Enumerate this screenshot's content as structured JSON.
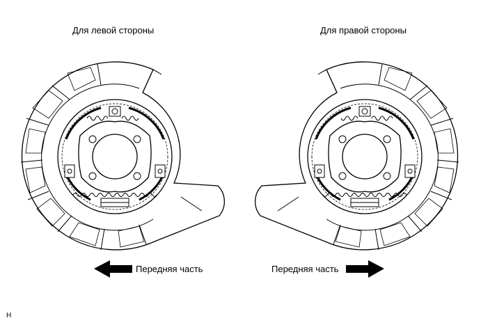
{
  "labels": {
    "left_side": "Для левой стороны",
    "right_side": "Для правой стороны",
    "front_left": "Передняя часть",
    "front_right": "Передняя часть",
    "code": "H"
  },
  "arrows": {
    "left": "arrow-left-icon",
    "right": "arrow-right-icon"
  },
  "colors": {
    "line": "#000000",
    "fill": "#ffffff",
    "arrow": "#000000"
  }
}
